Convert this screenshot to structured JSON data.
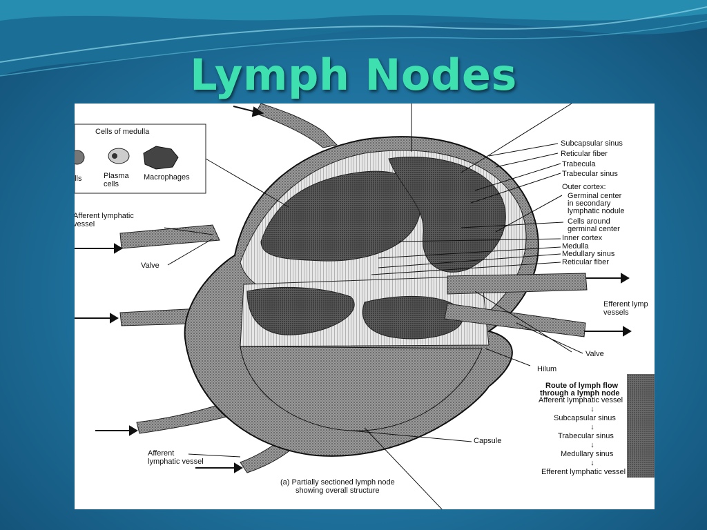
{
  "slide": {
    "title": "Lymph Nodes"
  },
  "colors": {
    "title": "#3fe0b0",
    "background": "#1d6f9a",
    "figure_bg": "#ffffff"
  },
  "figure": {
    "inset": {
      "title": "Cells of medulla",
      "cells": [
        "ells",
        "Plasma\ncells",
        "Macrophages"
      ]
    },
    "left_labels": {
      "afferent_top": "Afferent lymphatic\nvessel",
      "valve_left": "Valve",
      "afferent_bottom": "Afferent\nlymphatic vessel"
    },
    "right_labels": {
      "subcapsular_sinus": "Subcapsular sinus",
      "reticular_fiber_1": "Reticular fiber",
      "trabecula": "Trabecula",
      "trabecular_sinus": "Trabecular sinus",
      "outer_cortex": "Outer cortex:",
      "germinal_center": "Germinal center\nin secondary\nlymphatic nodule",
      "cells_around": "Cells around\ngerminal center",
      "inner_cortex": "Inner cortex",
      "medulla": "Medulla",
      "medullary_sinus": "Medullary sinus",
      "reticular_fiber_2": "Reticular fiber",
      "efferent_vessels": "Efferent lymp\nvessels",
      "valve_right": "Valve",
      "hilum": "Hilum",
      "capsule": "Capsule"
    },
    "route": {
      "title": "Route of lymph flow\nthrough a lymph node",
      "steps": [
        "Afferent lymphatic vessel",
        "Subcapsular sinus",
        "Trabecular sinus",
        "Medullary sinus",
        "Efferent lymphatic vessel"
      ]
    },
    "caption": "(a) Partially sectioned lymph node\nshowing overall structure"
  }
}
